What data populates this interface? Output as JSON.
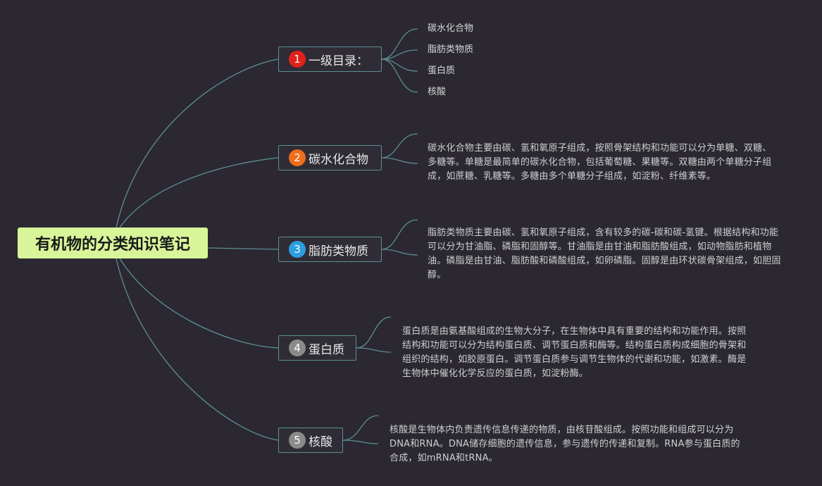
{
  "root": {
    "label": "有机物的分类知识笔记"
  },
  "branches": [
    {
      "num": "1",
      "label": "一级目录：",
      "badge_color": "#e0221b"
    },
    {
      "num": "2",
      "label": "碳水化合物",
      "badge_color": "#ee6d1a"
    },
    {
      "num": "3",
      "label": "脂肪类物质",
      "badge_color": "#2b9fe0"
    },
    {
      "num": "4",
      "label": "蛋白质",
      "badge_color": "#8a8a8a"
    },
    {
      "num": "5",
      "label": "核酸",
      "badge_color": "#8a8a8a"
    }
  ],
  "toc_items": [
    "碳水化合物",
    "脂肪类物质",
    "蛋白质",
    "核酸"
  ],
  "descriptions": {
    "carbohydrate": "碳水化合物主要由碳、氢和氧原子组成，按照骨架结构和功能可以分为单糖、双糖、多糖等。单糖是最简单的碳水化合物，包括葡萄糖、果糖等。双糖由两个单糖分子组成，如蔗糖、乳糖等。多糖由多个单糖分子组成，如淀粉、纤维素等。",
    "lipid": "脂肪类物质主要由碳、氢和氧原子组成，含有较多的碳-碳和碳-氢键。根据结构和功能可以分为甘油脂、磷脂和固醇等。甘油脂是由甘油和脂肪酸组成，如动物脂肪和植物油。磷脂是由甘油、脂肪酸和磷酸组成，如卵磷脂。固醇是由环状碳骨架组成，如胆固醇。",
    "protein": "蛋白质是由氨基酸组成的生物大分子，在生物体中具有重要的结构和功能作用。按照结构和功能可以分为结构蛋白质、调节蛋白质和酶等。结构蛋白质构成细胞的骨架和组织的结构，如胶原蛋白。调节蛋白质参与调节生物体的代谢和功能，如激素。酶是生物体中催化化学反应的蛋白质，如淀粉酶。",
    "nucleic_acid": "核酸是生物体内负责遗传信息传递的物质，由核苷酸组成。按照功能和组成可以分为DNA和RNA。DNA储存细胞的遗传信息，参与遗传的传递和复制。RNA参与蛋白质的合成，如mRNA和tRNA。"
  },
  "colors": {
    "background": "#2b2831",
    "root_fill": "#d9f59a",
    "branch_border": "#5d8e93",
    "connector": "#5d8e93"
  }
}
